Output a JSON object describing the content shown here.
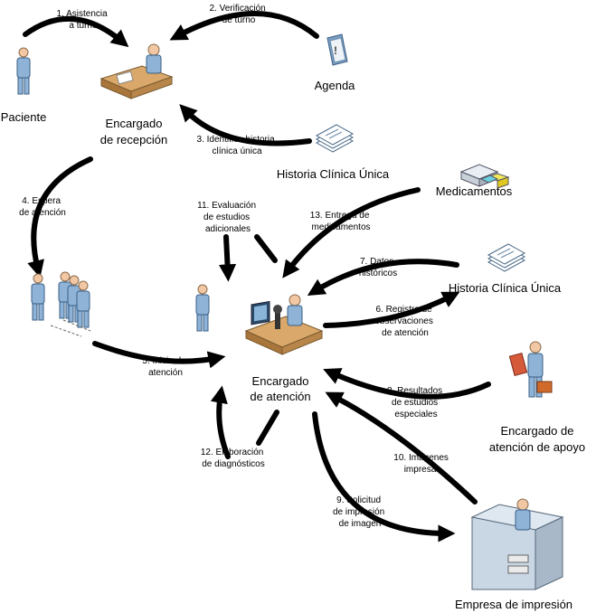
{
  "actors": {
    "paciente": "Paciente",
    "recepcion": [
      "Encargado",
      "de recepción"
    ],
    "agenda": "Agenda",
    "historia1": "Historia Clínica Única",
    "medicamentos": "Medicamentos",
    "historia2": "Historia Clínica Única",
    "atencion": [
      "Encargado",
      "de atención"
    ],
    "apoyo": [
      "Encargado de",
      "atención de apoyo"
    ],
    "impresion": "Empresa de impresión"
  },
  "steps": {
    "s1": [
      "1. Asistencia",
      "a turno"
    ],
    "s2": [
      "2. Verificación",
      "de turno"
    ],
    "s3": [
      "3. Identifica historia",
      "clínica única"
    ],
    "s4": [
      "4. Espera",
      "de atención"
    ],
    "s5": [
      "5. Inicio de",
      "atención"
    ],
    "s6": [
      "6. Registro de",
      "observaciones",
      "de atención"
    ],
    "s7": [
      "7. Datos",
      "históricos"
    ],
    "s8": [
      "8. Resultados",
      "de estudios",
      "especiales"
    ],
    "s9": [
      "9. Solicitud",
      "de impresión",
      "de imagen"
    ],
    "s10": [
      "10. Imágenes",
      "impresas"
    ],
    "s11": [
      "11. Evaluación",
      "de estudios",
      "adicionales"
    ],
    "s12": [
      "12. Elaboración",
      "de diagnósticos"
    ],
    "s13": [
      "13. Entrega de",
      "medicamentos"
    ]
  },
  "icons": {
    "paciente": "person-icon",
    "recepcion": "desk-worker-icon",
    "agenda": "clipboard-icon",
    "historia": "documents-icon",
    "medicamentos": "boxes-icon",
    "grupo": "people-group-icon",
    "atencion": "lab-worker-icon",
    "apoyo": "worker-briefcase-icon",
    "impresion": "printer-operator-icon"
  }
}
